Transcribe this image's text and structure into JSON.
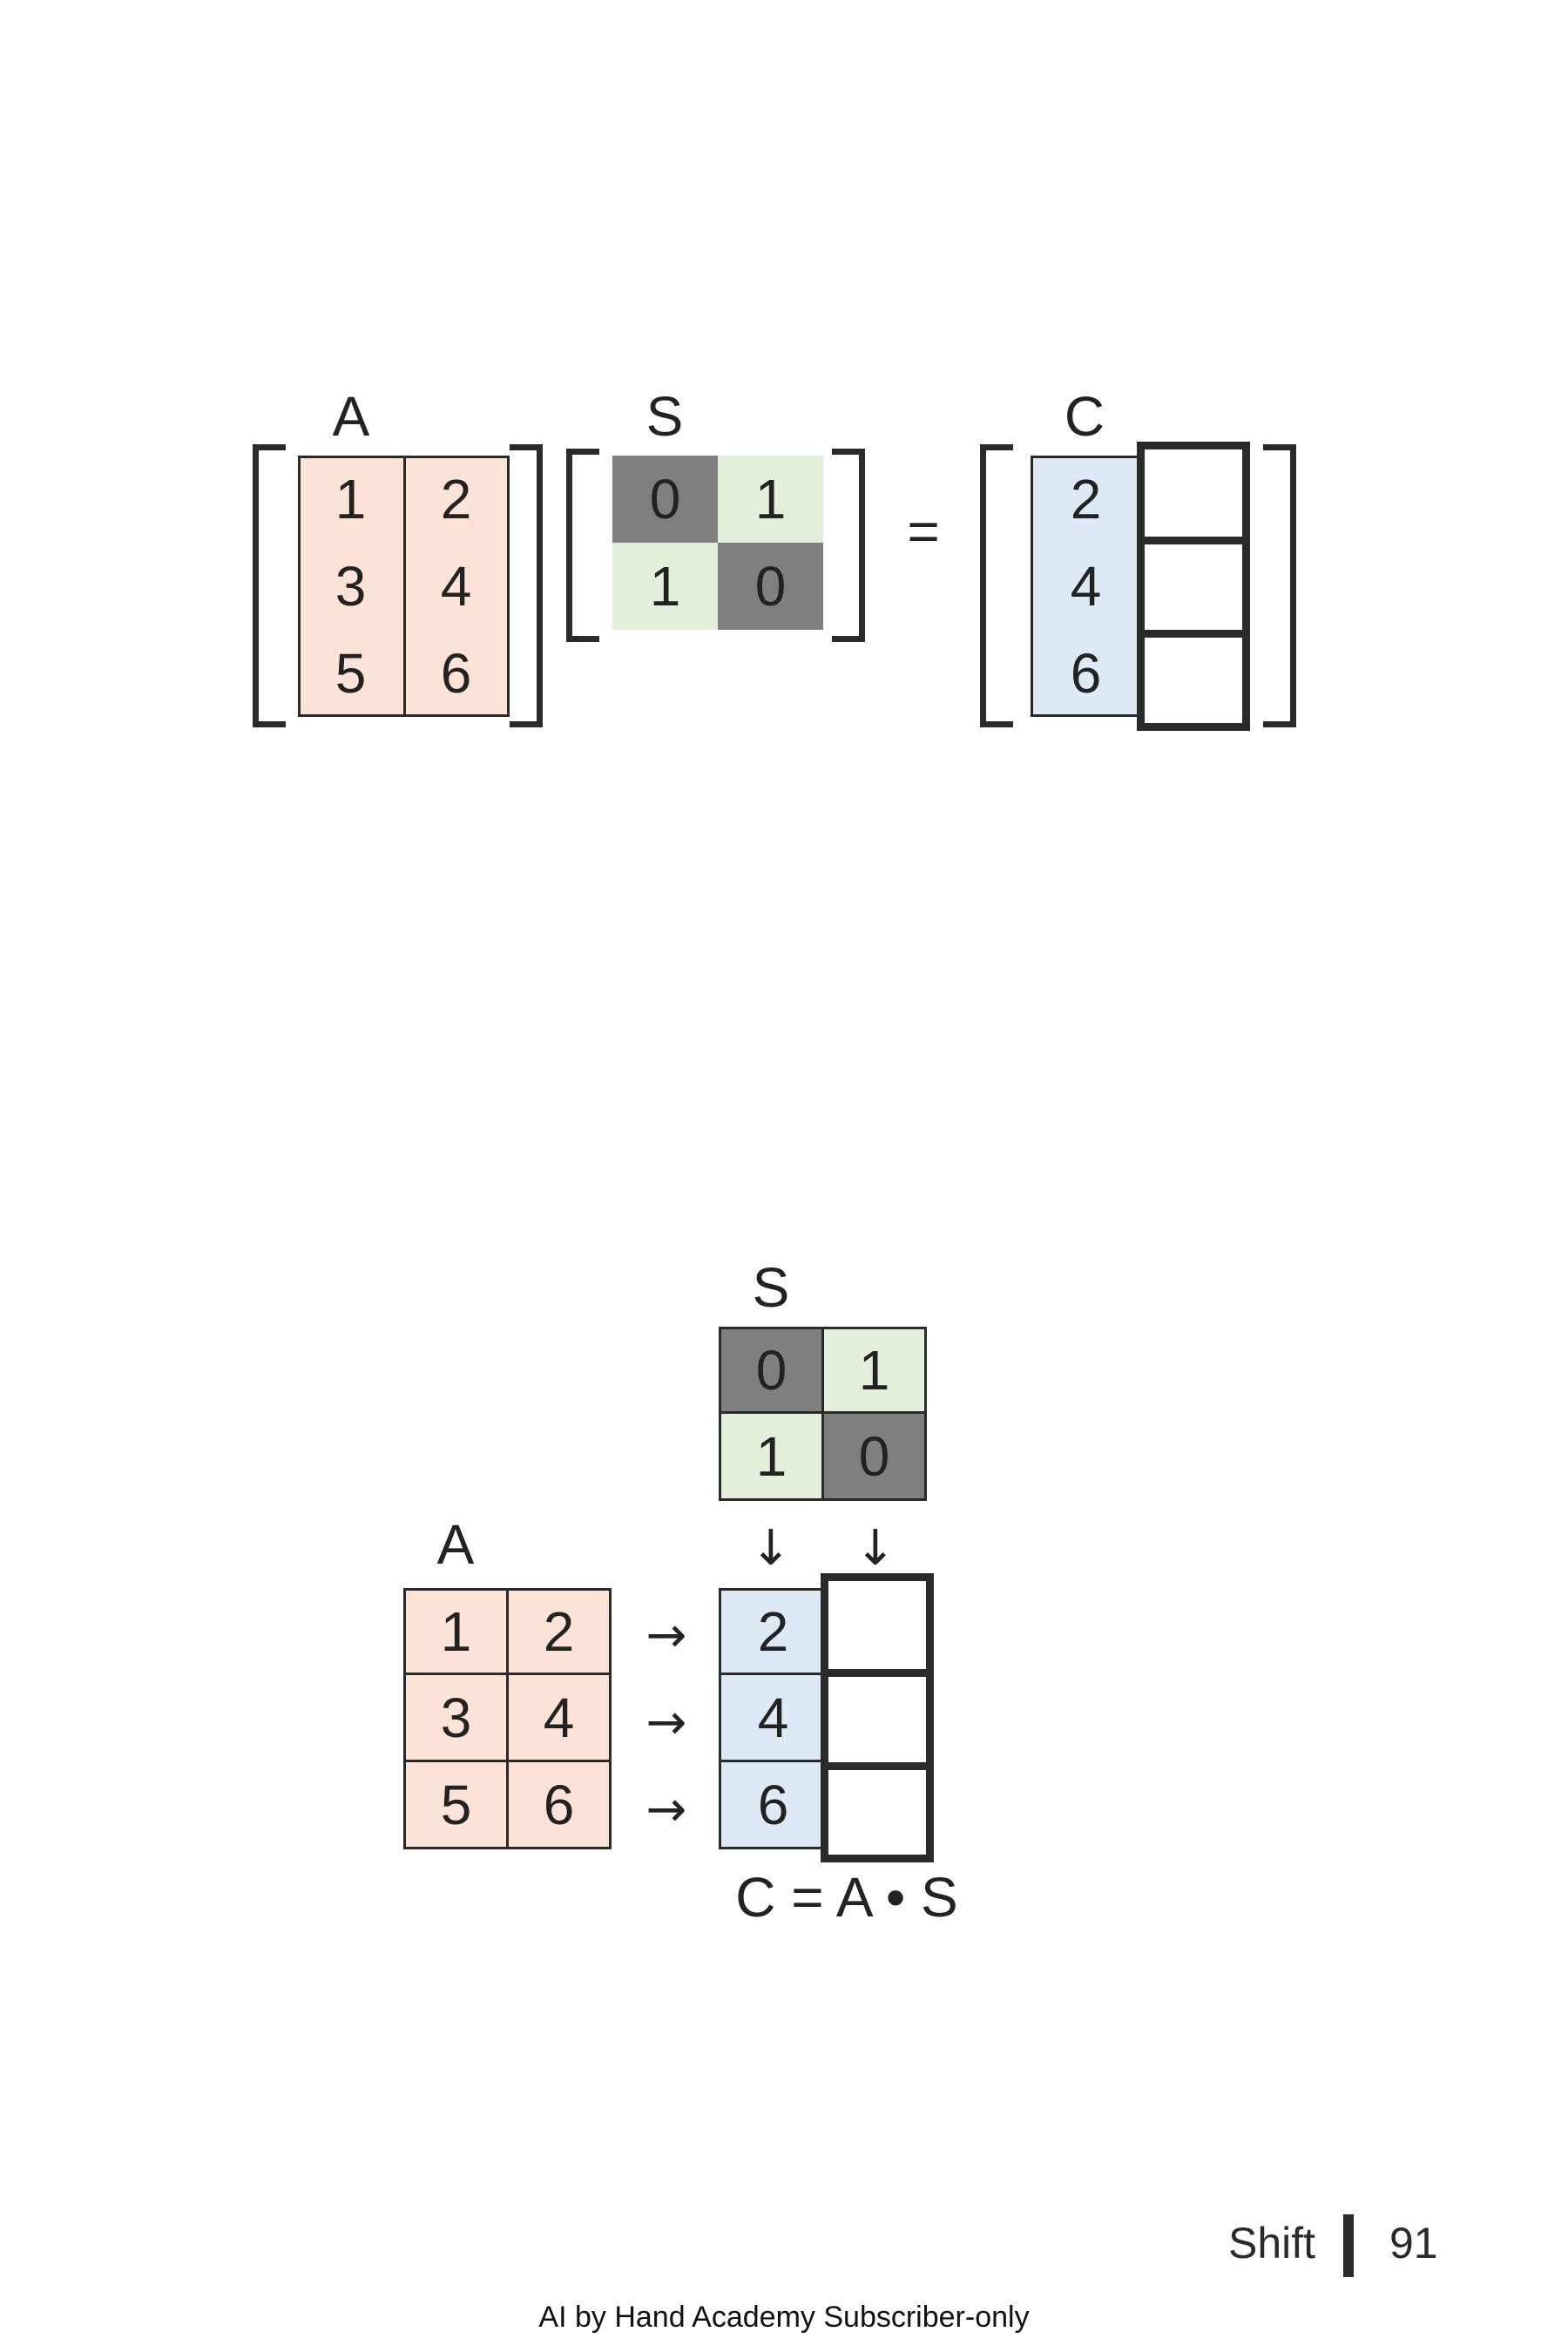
{
  "colors": {
    "a_fill": "#fbe3d7",
    "s_dark": "#7f7f7f",
    "s_light": "#e2efdb",
    "c_fill": "#dde9f5",
    "ink": "#2a2a2a"
  },
  "top": {
    "label_a": "A",
    "label_s": "S",
    "label_c": "C",
    "equals": "=",
    "matrix_a": [
      [
        "1",
        "2"
      ],
      [
        "3",
        "4"
      ],
      [
        "5",
        "6"
      ]
    ],
    "matrix_s": [
      [
        "0",
        "1"
      ],
      [
        "1",
        "0"
      ]
    ],
    "matrix_c_col1": [
      "2",
      "4",
      "6"
    ]
  },
  "bottom": {
    "label_s": "S",
    "label_a": "A",
    "matrix_s": [
      [
        "0",
        "1"
      ],
      [
        "1",
        "0"
      ]
    ],
    "matrix_a": [
      [
        "1",
        "2"
      ],
      [
        "3",
        "4"
      ],
      [
        "5",
        "6"
      ]
    ],
    "matrix_c_col1": [
      "2",
      "4",
      "6"
    ],
    "arrow_right": "→",
    "arrow_down": "↓",
    "formula": "C = A • S"
  },
  "footer": {
    "section": "Shift",
    "page_number": "91",
    "credit": "AI by Hand Academy Subscriber-only"
  }
}
